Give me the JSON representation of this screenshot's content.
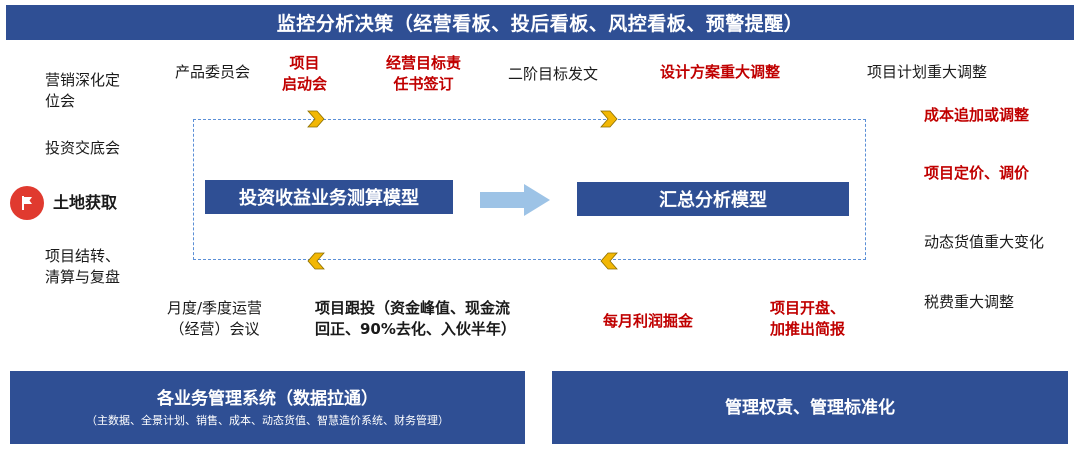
{
  "header": {
    "title": "监控分析决策（经营看板、投后看板、风控看板、预警提醒）"
  },
  "left_column": {
    "marketing": "营销深化定\n位会",
    "investment_meeting": "投资交底会",
    "land": "土地获取",
    "closing": "项目结转、\n清算与复盘"
  },
  "top_row": {
    "product_committee": "产品委员会",
    "project_kickoff": "项目\n启动会",
    "business_target": "经营目标责\n任书签订",
    "phase2_target": "二阶目标发文",
    "design_change": "设计方案重大调整",
    "plan_change": "项目计划重大调整"
  },
  "right_column": {
    "cost_change": "成本追加或调整",
    "pricing": "项目定价、调价",
    "dynamic_value": "动态货值重大变化",
    "tax_change": "税费重大调整"
  },
  "bottom_row": {
    "monthly_meeting": "月度/季度运营\n（经营）会议",
    "project_tracking": "项目跟投（资金峰值、现金流\n回正、90%去化、入伙半年）",
    "monthly_profit": "每月利润掘金",
    "opening": "项目开盘、\n加推出简报"
  },
  "models": {
    "investment_model": "投资收益业务测算模型",
    "summary_model": "汇总分析模型"
  },
  "footer": {
    "systems_title": "各业务管理系统（数据拉通）",
    "systems_sub": "（主数据、全景计划、销售、成本、动态货值、智慧造价系统、财务管理）",
    "governance_title": "管理权责、管理标准化"
  },
  "icons": {
    "flag": "flag-icon",
    "chevron_right": "chevron-right-icon",
    "chevron_left": "chevron-left-icon",
    "arrow": "arrow-right-icon"
  },
  "colors": {
    "banner": "#2f4f94",
    "accent_red": "#c00000",
    "chevron": "#f2b705",
    "dash": "#5b8fd6",
    "arrow": "#9dc3e6"
  }
}
